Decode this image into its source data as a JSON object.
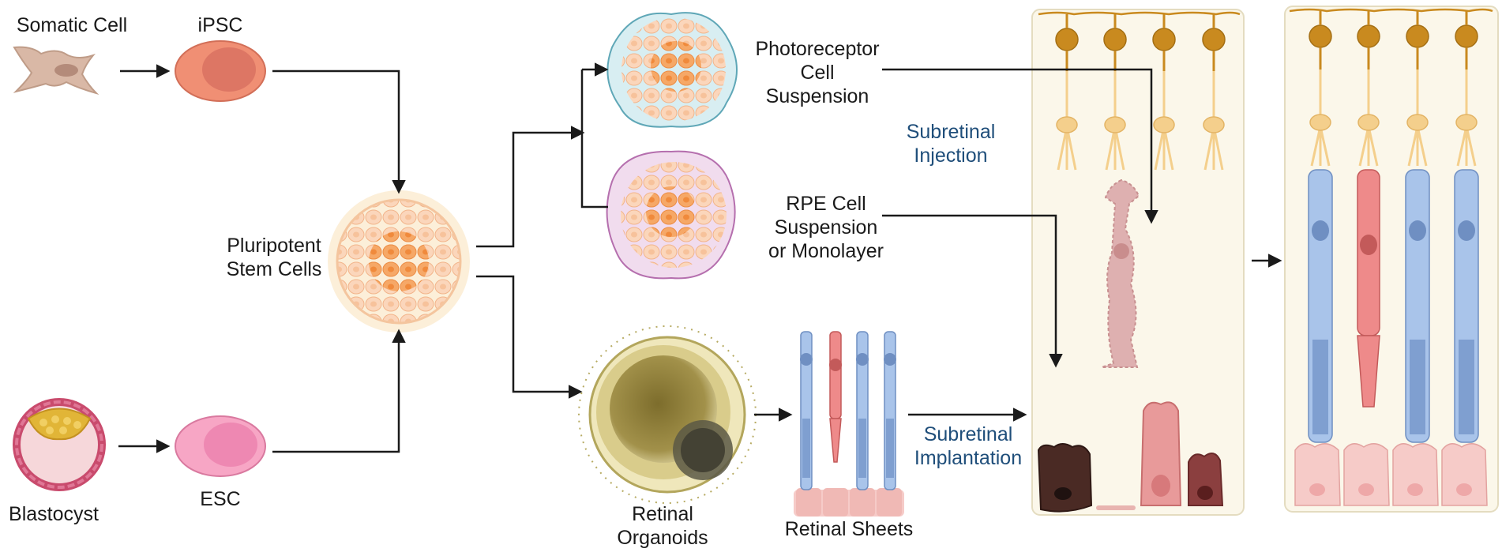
{
  "labels": {
    "somatic_cell": "Somatic Cell",
    "ipsc": "iPSC",
    "blastocyst": "Blastocyst",
    "esc": "ESC",
    "pluripotent": "Pluripotent\nStem Cells",
    "photoreceptor": "Photoreceptor\nCell\nSuspension",
    "rpe": "RPE Cell\nSuspension\nor Monolayer",
    "organoids": "Retinal\nOrganoids",
    "sheets": "Retinal Sheets",
    "injection": "Subretinal\nInjection",
    "implantation": "Subretinal\nImplantation"
  },
  "colors": {
    "arrow": "#1a1a1a",
    "accent_text": "#1f4e7a",
    "ganglion": "#c98a1f",
    "bipolar": "#f4cf8c",
    "photoreceptor_blue": "#a9c4ea",
    "cone_red": "#ee8a8a",
    "rpe_pink": "#f4c4c1",
    "retina_panel": "#fbf7ea",
    "retina_border": "#e4dcc0",
    "stem_cell": "#f6b98d",
    "organoid_brown": "#8a7a3a"
  },
  "icons": [
    "somatic-cell-icon",
    "ipsc-cell-icon",
    "blastocyst-icon",
    "esc-cell-icon",
    "stem-cell-cluster-icon",
    "photoreceptor-suspension-icon",
    "rpe-suspension-icon",
    "retinal-organoid-icon",
    "retinal-sheet-icon",
    "degenerated-retina-icon",
    "restored-retina-icon"
  ]
}
